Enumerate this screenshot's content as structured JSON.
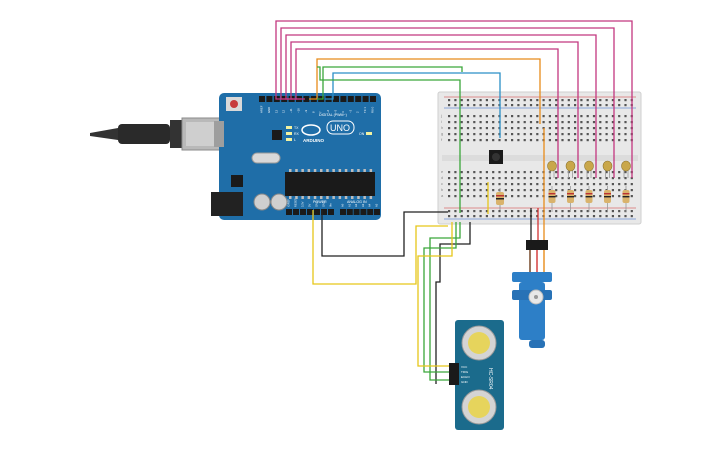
{
  "arduino": {
    "brand": "ARDUINO",
    "model": "UNO",
    "digital_header_label": "DIGITAL (PWM~)",
    "power_header_label": "POWER",
    "analog_header_label": "ANALOG IN",
    "tx_label": "TX",
    "rx_label": "RX",
    "on_label": "ON",
    "l_label": "L",
    "board_color": "#1f6ea8",
    "digital_pins": [
      "AREF",
      "GND",
      "13",
      "12",
      "~11",
      "~10",
      "~9",
      "8",
      "7",
      "~6",
      "~5",
      "4",
      "~3",
      "2",
      "TX 1",
      "RX 0"
    ],
    "power_pins": [
      "IOREF",
      "RESET",
      "3.3V",
      "5V",
      "GND",
      "GND",
      "Vin"
    ],
    "analog_pins": [
      "A0",
      "A1",
      "A2",
      "A3",
      "A4",
      "A5"
    ]
  },
  "breadboard": {
    "row_letters_top": [
      "j",
      "i",
      "h",
      "g",
      "f"
    ],
    "row_letters_bottom": [
      "e",
      "d",
      "c",
      "b",
      "a"
    ],
    "body_color": "#e8e8e8"
  },
  "ultrasonic": {
    "model": "HC-SR04",
    "pins": [
      "VCC",
      "TRIG",
      "ECHO",
      "GND"
    ],
    "body_color": "#1b6b8c"
  },
  "servo": {
    "body_color": "#2d7fc7"
  },
  "wire_colors": {
    "magenta": "#c2377f",
    "orange": "#e88b1a",
    "blue": "#2a8fc6",
    "green": "#3aa63a",
    "yellow": "#e6c619",
    "black": "#222222",
    "red": "#d23232"
  },
  "led_count": 5
}
